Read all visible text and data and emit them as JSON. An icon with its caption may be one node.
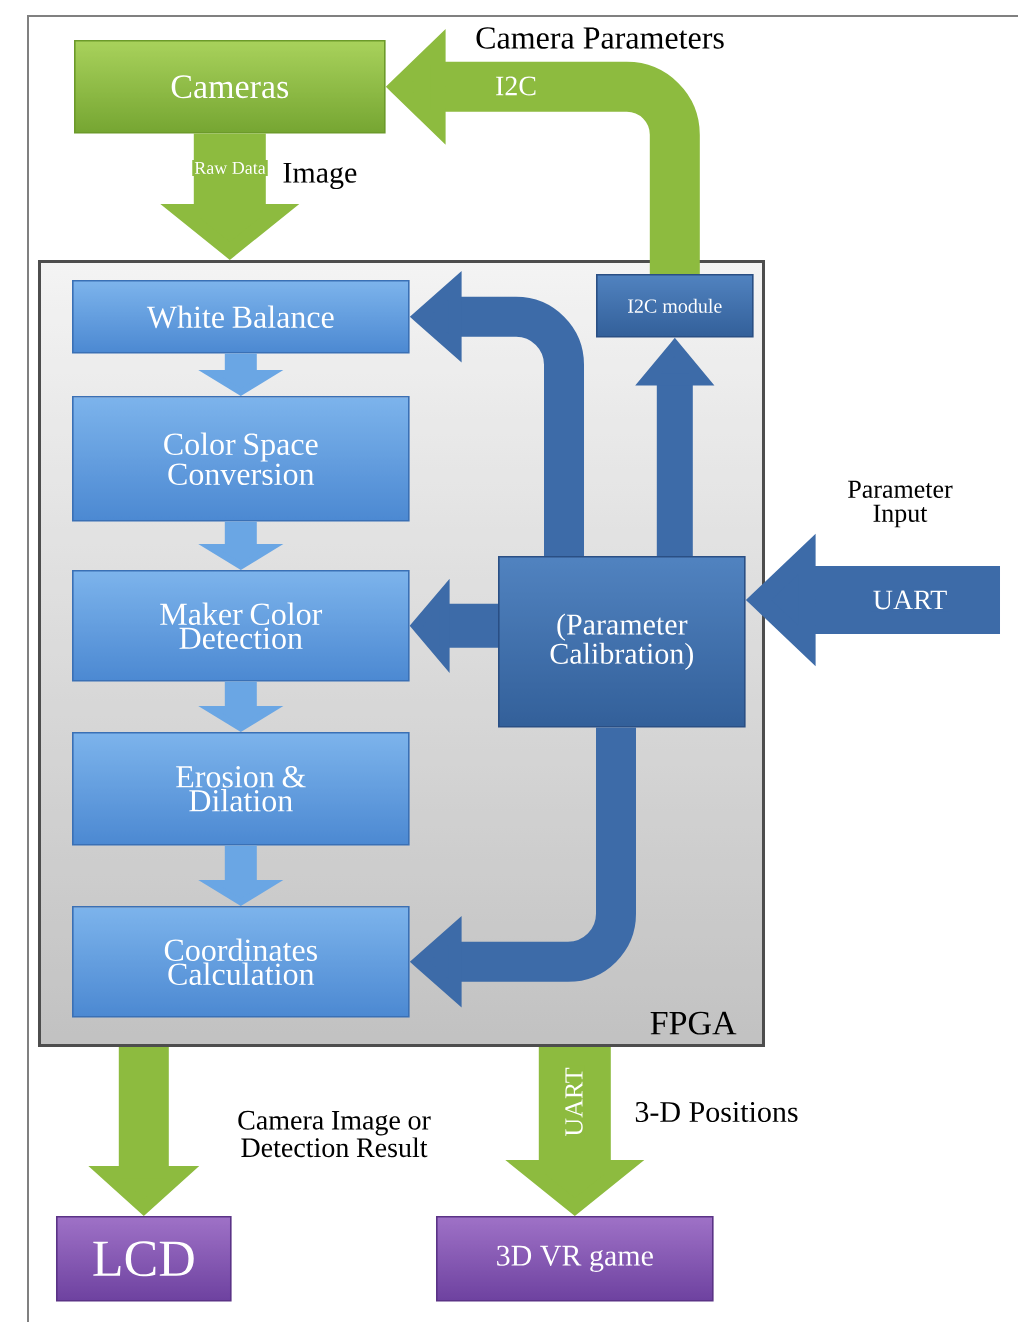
{
  "diagram": {
    "nodes": [
      {
        "text": [
          "Cameras"
        ]
      },
      {
        "text": [
          "FPGA"
        ]
      },
      {
        "text": [
          "White Balance"
        ],
        "in": 1
      },
      {
        "text": [
          "Color Space Conversion"
        ],
        "in": 1
      },
      {
        "text": [
          "Maker Color Detection"
        ],
        "in": 1
      },
      {
        "text": [
          "Erosion & Dilation"
        ],
        "in": 1
      },
      {
        "text": [
          "Coordinates Calculation"
        ],
        "in": 1
      },
      {
        "text": [
          "I2C module"
        ],
        "in": 1
      },
      {
        "text": [
          "(Parameter Calibration)"
        ],
        "in": 1
      },
      {
        "text": [
          "LCD"
        ]
      },
      {
        "text": [
          "3D VR game"
        ]
      }
    ],
    "edges": [
      {
        "from": 0,
        "to": 1,
        "arrow": "to",
        "label": "Raw Data",
        "style": "thick",
        "color": "#8dbb3f"
      },
      {
        "from": 7,
        "to": 0,
        "arrow": "to",
        "label": "I2C",
        "color": "#8dbb3f"
      },
      {
        "from": 2,
        "to": 3,
        "arrow": "to",
        "color": "#6aa6e4"
      },
      {
        "from": 3,
        "to": 4,
        "arrow": "to",
        "color": "#6aa6e4"
      },
      {
        "from": 4,
        "to": 5,
        "arrow": "to",
        "color": "#6aa6e4"
      },
      {
        "from": 5,
        "to": 6,
        "arrow": "to",
        "color": "#6aa6e4"
      },
      {
        "from": 8,
        "to": 2,
        "arrow": "to"
      },
      {
        "from": 8,
        "to": 7,
        "arrow": "to"
      },
      {
        "from": 8,
        "to": 4,
        "arrow": "to"
      },
      {
        "from": 8,
        "to": 6,
        "arrow": "to"
      },
      {
        "from": null,
        "to": 8,
        "arrow": "to",
        "label": "UART"
      },
      {
        "from": 1,
        "to": 9,
        "arrow": "to",
        "color": "#8dbb3f"
      },
      {
        "from": 1,
        "to": 10,
        "arrow": "to",
        "label": "UART",
        "style": "thick",
        "color": "#8dbb3f"
      }
    ],
    "labels": [
      "Camera Parameters",
      "Image",
      "Parameter Input",
      "Camera Image or Detection Result",
      "3-D Positions"
    ]
  }
}
